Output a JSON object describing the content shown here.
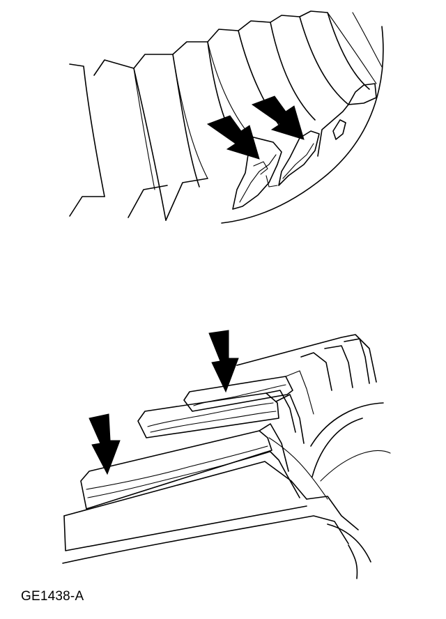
{
  "figure": {
    "code": "GE1438-A"
  },
  "panels": [
    {
      "id": "top",
      "subject": "ring-gear-teeth-chipped-edges",
      "arrows": 2
    },
    {
      "id": "bottom",
      "subject": "ring-gear-teeth-worn-faces",
      "arrows": 2
    }
  ]
}
